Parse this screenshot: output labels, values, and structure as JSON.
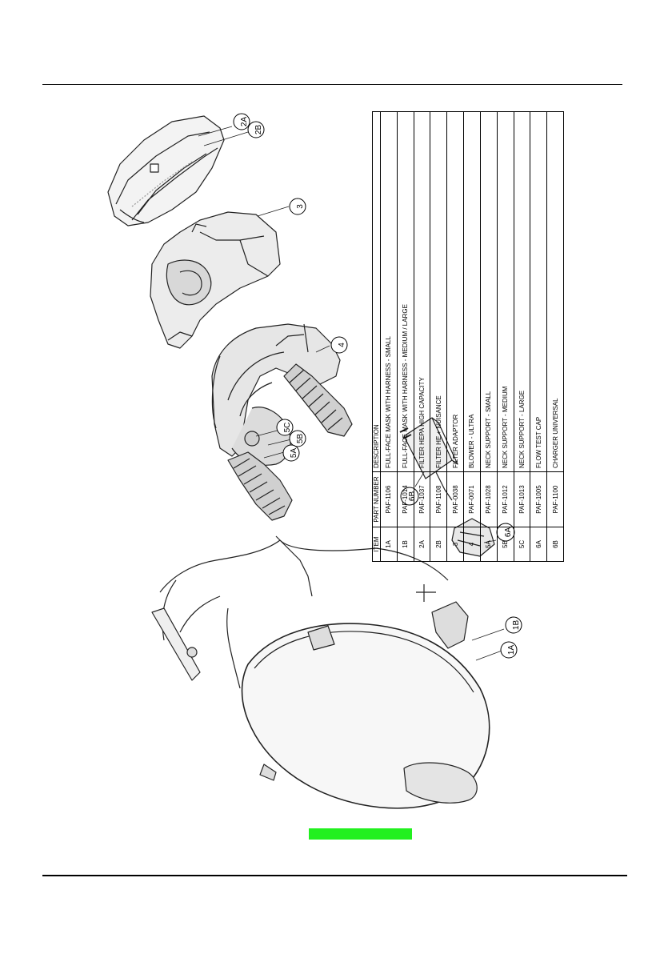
{
  "parts_table": {
    "headers": {
      "item": "ITEM",
      "part_number": "PART NUMBER",
      "description": "DESCRIPTION"
    },
    "rows": [
      {
        "item": "1A",
        "part_number": "PAF-1106",
        "description": "FULL-FACE MASK WITH HARNESS - SMALL"
      },
      {
        "item": "1B",
        "part_number": "PAF-1014",
        "description": "FULL-FACE MASK WITH HARNESS - MEDIUM / LARGE"
      },
      {
        "item": "2A",
        "part_number": "PAF-1037",
        "description": "FILTER HEPA HIGH CAPACITY"
      },
      {
        "item": "2B",
        "part_number": "PAF-1108",
        "description": "FILTER HE + NUISANCE"
      },
      {
        "item": "3",
        "part_number": "PAF-0038",
        "description": "FILTER ADAPTOR"
      },
      {
        "item": "4",
        "part_number": "PAF-0071",
        "description": "BLOWER - ULTRA"
      },
      {
        "item": "5A",
        "part_number": "PAF-1028",
        "description": "NECK SUPPORT - SMALL"
      },
      {
        "item": "5B",
        "part_number": "PAF-1012",
        "description": "NECK SUPPORT - MEDIUM"
      },
      {
        "item": "5C",
        "part_number": "PAF-1013",
        "description": "NECK SUPPORT - LARGE"
      },
      {
        "item": "6A",
        "part_number": "PAF-1005",
        "description": "FLOW TEST CAP"
      },
      {
        "item": "6B",
        "part_number": "PAF-1100",
        "description": "CHARGER UNIVERSAL"
      }
    ]
  },
  "callouts": {
    "c2a": "2A",
    "c2b": "2B",
    "c3": "3",
    "c4": "4",
    "c5a": "5A",
    "c5b": "5B",
    "c5c": "5C",
    "c6a": "6A",
    "c6b": "6B",
    "c1a": "1A",
    "c1b": "1B"
  }
}
